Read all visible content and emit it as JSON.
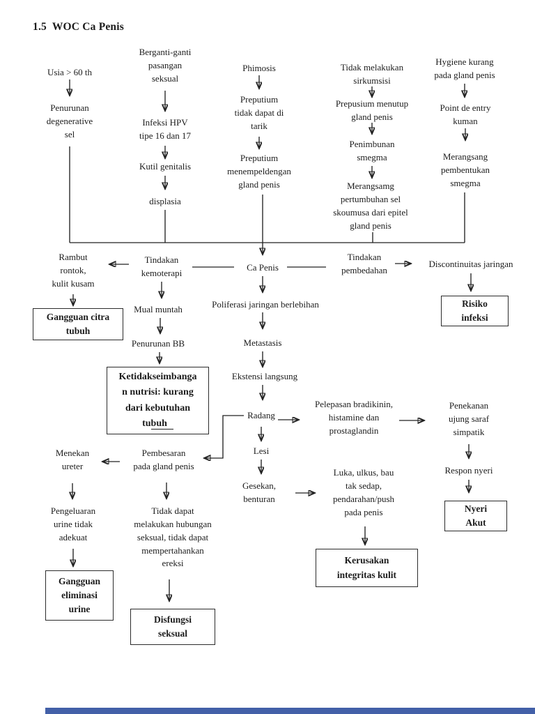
{
  "title": "1.5  WOC Ca Penis",
  "nodes": {
    "usia": "Usia > 60 th",
    "penurunan_degeneratif": "Penurunan\ndegenerative\nsel",
    "berganti_pasangan": "Berganti-ganti\npasangan\nseksual",
    "infeksi_hpv": "Infeksi HPV\ntipe 16 dan 17",
    "kutil_genitalis": "Kutil genitalis",
    "displasia": "displasia",
    "phimosis": "Phimosis",
    "preputium_tidak_dapat": "Preputium\ntidak dapat di\ntarik",
    "preputium_menempel": "Preputium\nmenempeldengan\ngland penis",
    "tidak_sirkumsisi": "Tidak melakukan\nsirkumsisi",
    "prepusium_menutup": "Prepusium menutup\ngland penis",
    "penimbunan_smegma": "Penimbunan\nsmegma",
    "merangsamg_pertumbuhan": "Merangsamg\npertumbuhan sel\nskoumusa dari epitel\ngland penis",
    "hygiene_kurang": "Hygiene kurang\npada gland penis",
    "point_de_entry": "Point de entry\nkuman",
    "merangsang_pembentukan": "Merangsang\npembentukan\nsmegma",
    "rambut_rontok": "Rambut\nrontok,\nkulit kusam",
    "tindakan_kemoterapi": "Tindakan\nkemoterapi",
    "ca_penis": "Ca Penis",
    "tindakan_pembedahan": "Tindakan\npembedahan",
    "discontinuitas": "Discontinuitas jaringan",
    "mual_muntah": "Mual muntah",
    "penurunan_bb": "Penurunan BB",
    "poliferasi": "Poliferasi jaringan berlebihan",
    "metastasis": "Metastasis",
    "ekstensi": "Ekstensi langsung",
    "radang": "Radang",
    "lesi": "Lesi",
    "gesekan": "Gesekan,\nbenturan",
    "pelepasan": "Pelepasan bradikinin,\nhistamine dan\nprostaglandin",
    "penekanan": "Penekanan\nujung saraf\nsimpatik",
    "respon_nyeri": "Respon nyeri",
    "luka_ulkus": "Luka, ulkus, bau\ntak sedap,\npendarahan/push\npada penis",
    "pembesaran": "Pembesaran\npada gland penis",
    "menekan_ureter": "Menekan\nureter",
    "pengeluaran_urine": "Pengeluaran\nurine tidak\nadekuat",
    "tidak_hubungan": "Tidak dapat\nmelakukan hubungan\nseksual, tidak dapat\nmempertahankan\nereksi"
  },
  "boxes": {
    "gangguan_citra": "Gangguan citra\ntubuh",
    "risiko_infeksi": "Risiko\ninfeksi",
    "ketidakseimbangan": {
      "main": "Ketidakseimbanga\nn nutrisi: kurang\ndari kebutuhan",
      "last_plain": "tu",
      "last_underlined": "buh"
    },
    "nyeri_akut": "Nyeri\nAkut",
    "kerusakan_integritas": "Kerusakan\nintegritas kulit",
    "gangguan_eliminasi": "Gangguan\neliminasi\nurine",
    "disfungsi_seksual": "Disfungsi\nseksual"
  },
  "colors": {
    "ink": "#1c1c1c",
    "box_border": "#2b2b2b",
    "page_background": "#ffffff",
    "next_page_edge": "#4360a8"
  }
}
